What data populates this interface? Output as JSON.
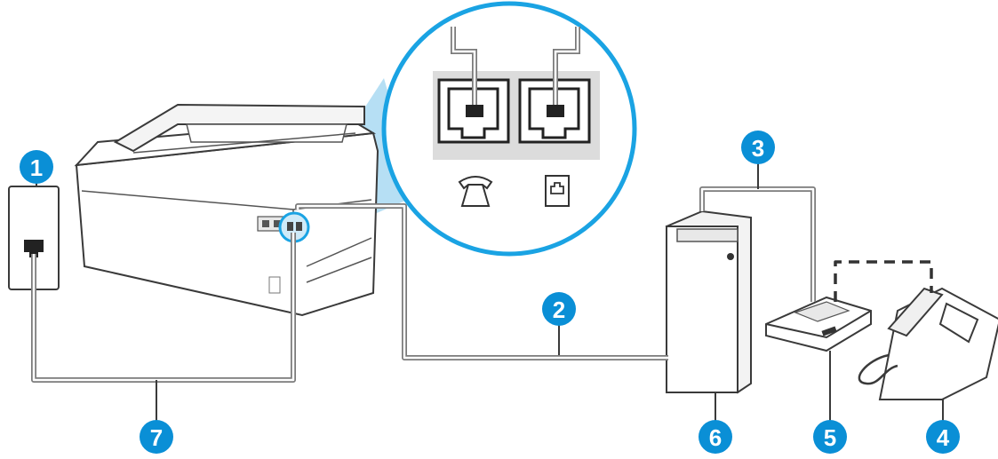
{
  "callouts": [
    {
      "id": "1",
      "label": "1"
    },
    {
      "id": "2",
      "label": "2"
    },
    {
      "id": "3",
      "label": "3"
    },
    {
      "id": "4",
      "label": "4"
    },
    {
      "id": "5",
      "label": "5"
    },
    {
      "id": "6",
      "label": "6"
    },
    {
      "id": "7",
      "label": "7"
    }
  ],
  "colors": {
    "callout_fill": "#0a8fd6",
    "zoom_cone": "#a9d9f2",
    "zoom_ring": "#1aa3e3",
    "cable": "#7a7a7a",
    "outline": "#3a3a3a"
  },
  "icons": {
    "phone_port": "phone-handset-icon",
    "line_port": "phone-line-port-icon"
  }
}
